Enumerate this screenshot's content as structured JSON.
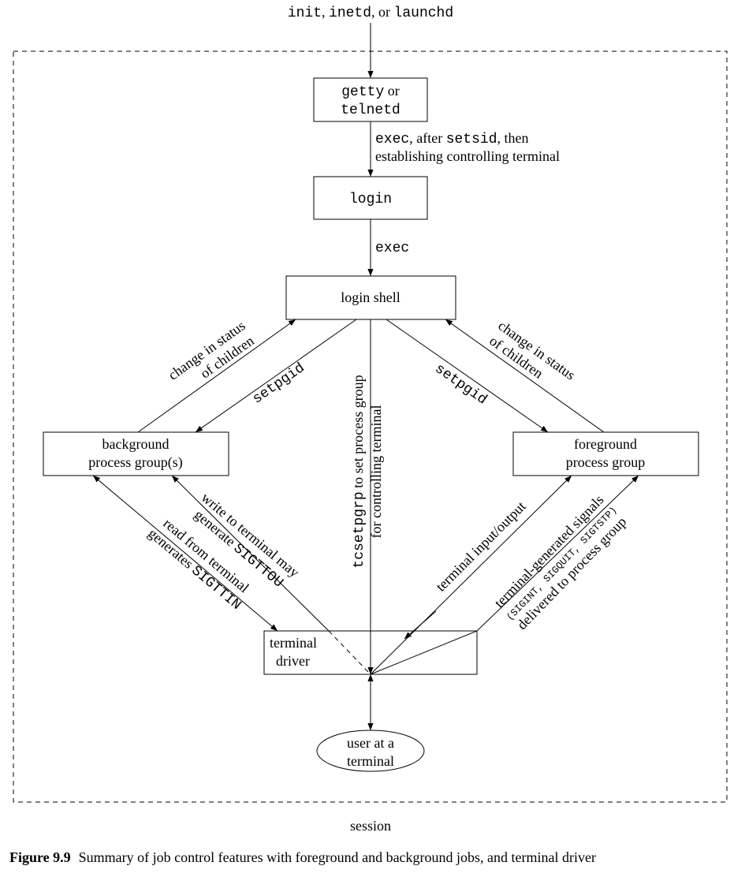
{
  "source": {
    "a": "init",
    "b": ", ",
    "c": "inetd",
    "d": ", or ",
    "e": "launchd"
  },
  "getty": {
    "l1a": "getty",
    "l1b": " or",
    "l2": "telnetd"
  },
  "exec_after": {
    "a": "exec",
    "b": ", after ",
    "c": "setsid",
    "d": ", then",
    "line2": "establishing controlling terminal"
  },
  "login": {
    "label": "login"
  },
  "exec2": {
    "label": "exec"
  },
  "login_shell": {
    "label": "login shell"
  },
  "left_status": {
    "l1": "change in status",
    "l2": "of children"
  },
  "left_setpgid": {
    "label": "setpgid"
  },
  "right_setpgid": {
    "label": "setpgid"
  },
  "right_status": {
    "l1": "change in status",
    "l2": "of children"
  },
  "center": {
    "a": "tcsetpgrp",
    "b": " to set process group",
    "line2": "for controlling terminal"
  },
  "bg_group": {
    "l1": "background",
    "l2": "process group(s)"
  },
  "fg_group": {
    "l1": "foreground",
    "l2": "process group"
  },
  "write_label": {
    "l1": "write to terminal may",
    "l2a": "generate ",
    "l2b": "SIGTTOU"
  },
  "read_label": {
    "l1": "read from terminal",
    "l2a": "generates ",
    "l2b": "SIGTTIN"
  },
  "term_io": {
    "label": "terminal input/output"
  },
  "signals": {
    "l1": "terminal-generated signals",
    "l2": "(SIGINT, SIGQUIT, SIGTSTP)",
    "l3": "delivered to process group"
  },
  "driver": {
    "l1": "terminal",
    "l2": "driver"
  },
  "user": {
    "l1": "user at a",
    "l2": "terminal"
  },
  "session": {
    "label": "session"
  },
  "caption": {
    "label": "Figure 9.9",
    "text": "Summary of job control features with foreground and background jobs, and terminal driver"
  }
}
